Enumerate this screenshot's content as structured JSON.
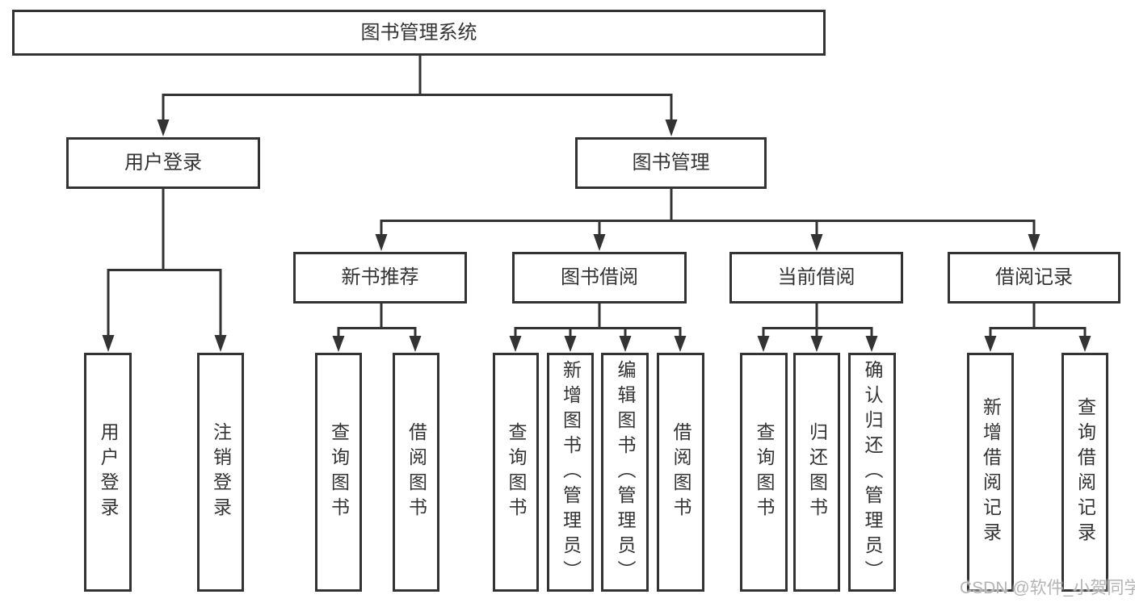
{
  "tree": {
    "label": "图书管理系统",
    "children": [
      {
        "label": "用户登录",
        "children": [
          {
            "label": "用户登录"
          },
          {
            "label": "注销登录"
          }
        ]
      },
      {
        "label": "图书管理",
        "children": [
          {
            "label": "新书推荐",
            "children": [
              {
                "label": "查询图书"
              },
              {
                "label": "借阅图书"
              }
            ]
          },
          {
            "label": "图书借阅",
            "children": [
              {
                "label": "查询图书"
              },
              {
                "label": "新增图书（管理员）"
              },
              {
                "label": "编辑图书（管理员）"
              },
              {
                "label": "借阅图书"
              }
            ]
          },
          {
            "label": "当前借阅",
            "children": [
              {
                "label": "查询图书"
              },
              {
                "label": "归还图书"
              },
              {
                "label": "确认归还（管理员）"
              }
            ]
          },
          {
            "label": "借阅记录",
            "children": [
              {
                "label": "新增借阅记录"
              },
              {
                "label": "查询借阅记录"
              }
            ]
          }
        ]
      }
    ]
  },
  "watermark": {
    "text": "CSDN @软件_小贺同学"
  },
  "colors": {
    "line": "#333333",
    "border": "#333333",
    "text": "#333333",
    "watermark": "#b4b4b4",
    "background": "#ffffff"
  }
}
